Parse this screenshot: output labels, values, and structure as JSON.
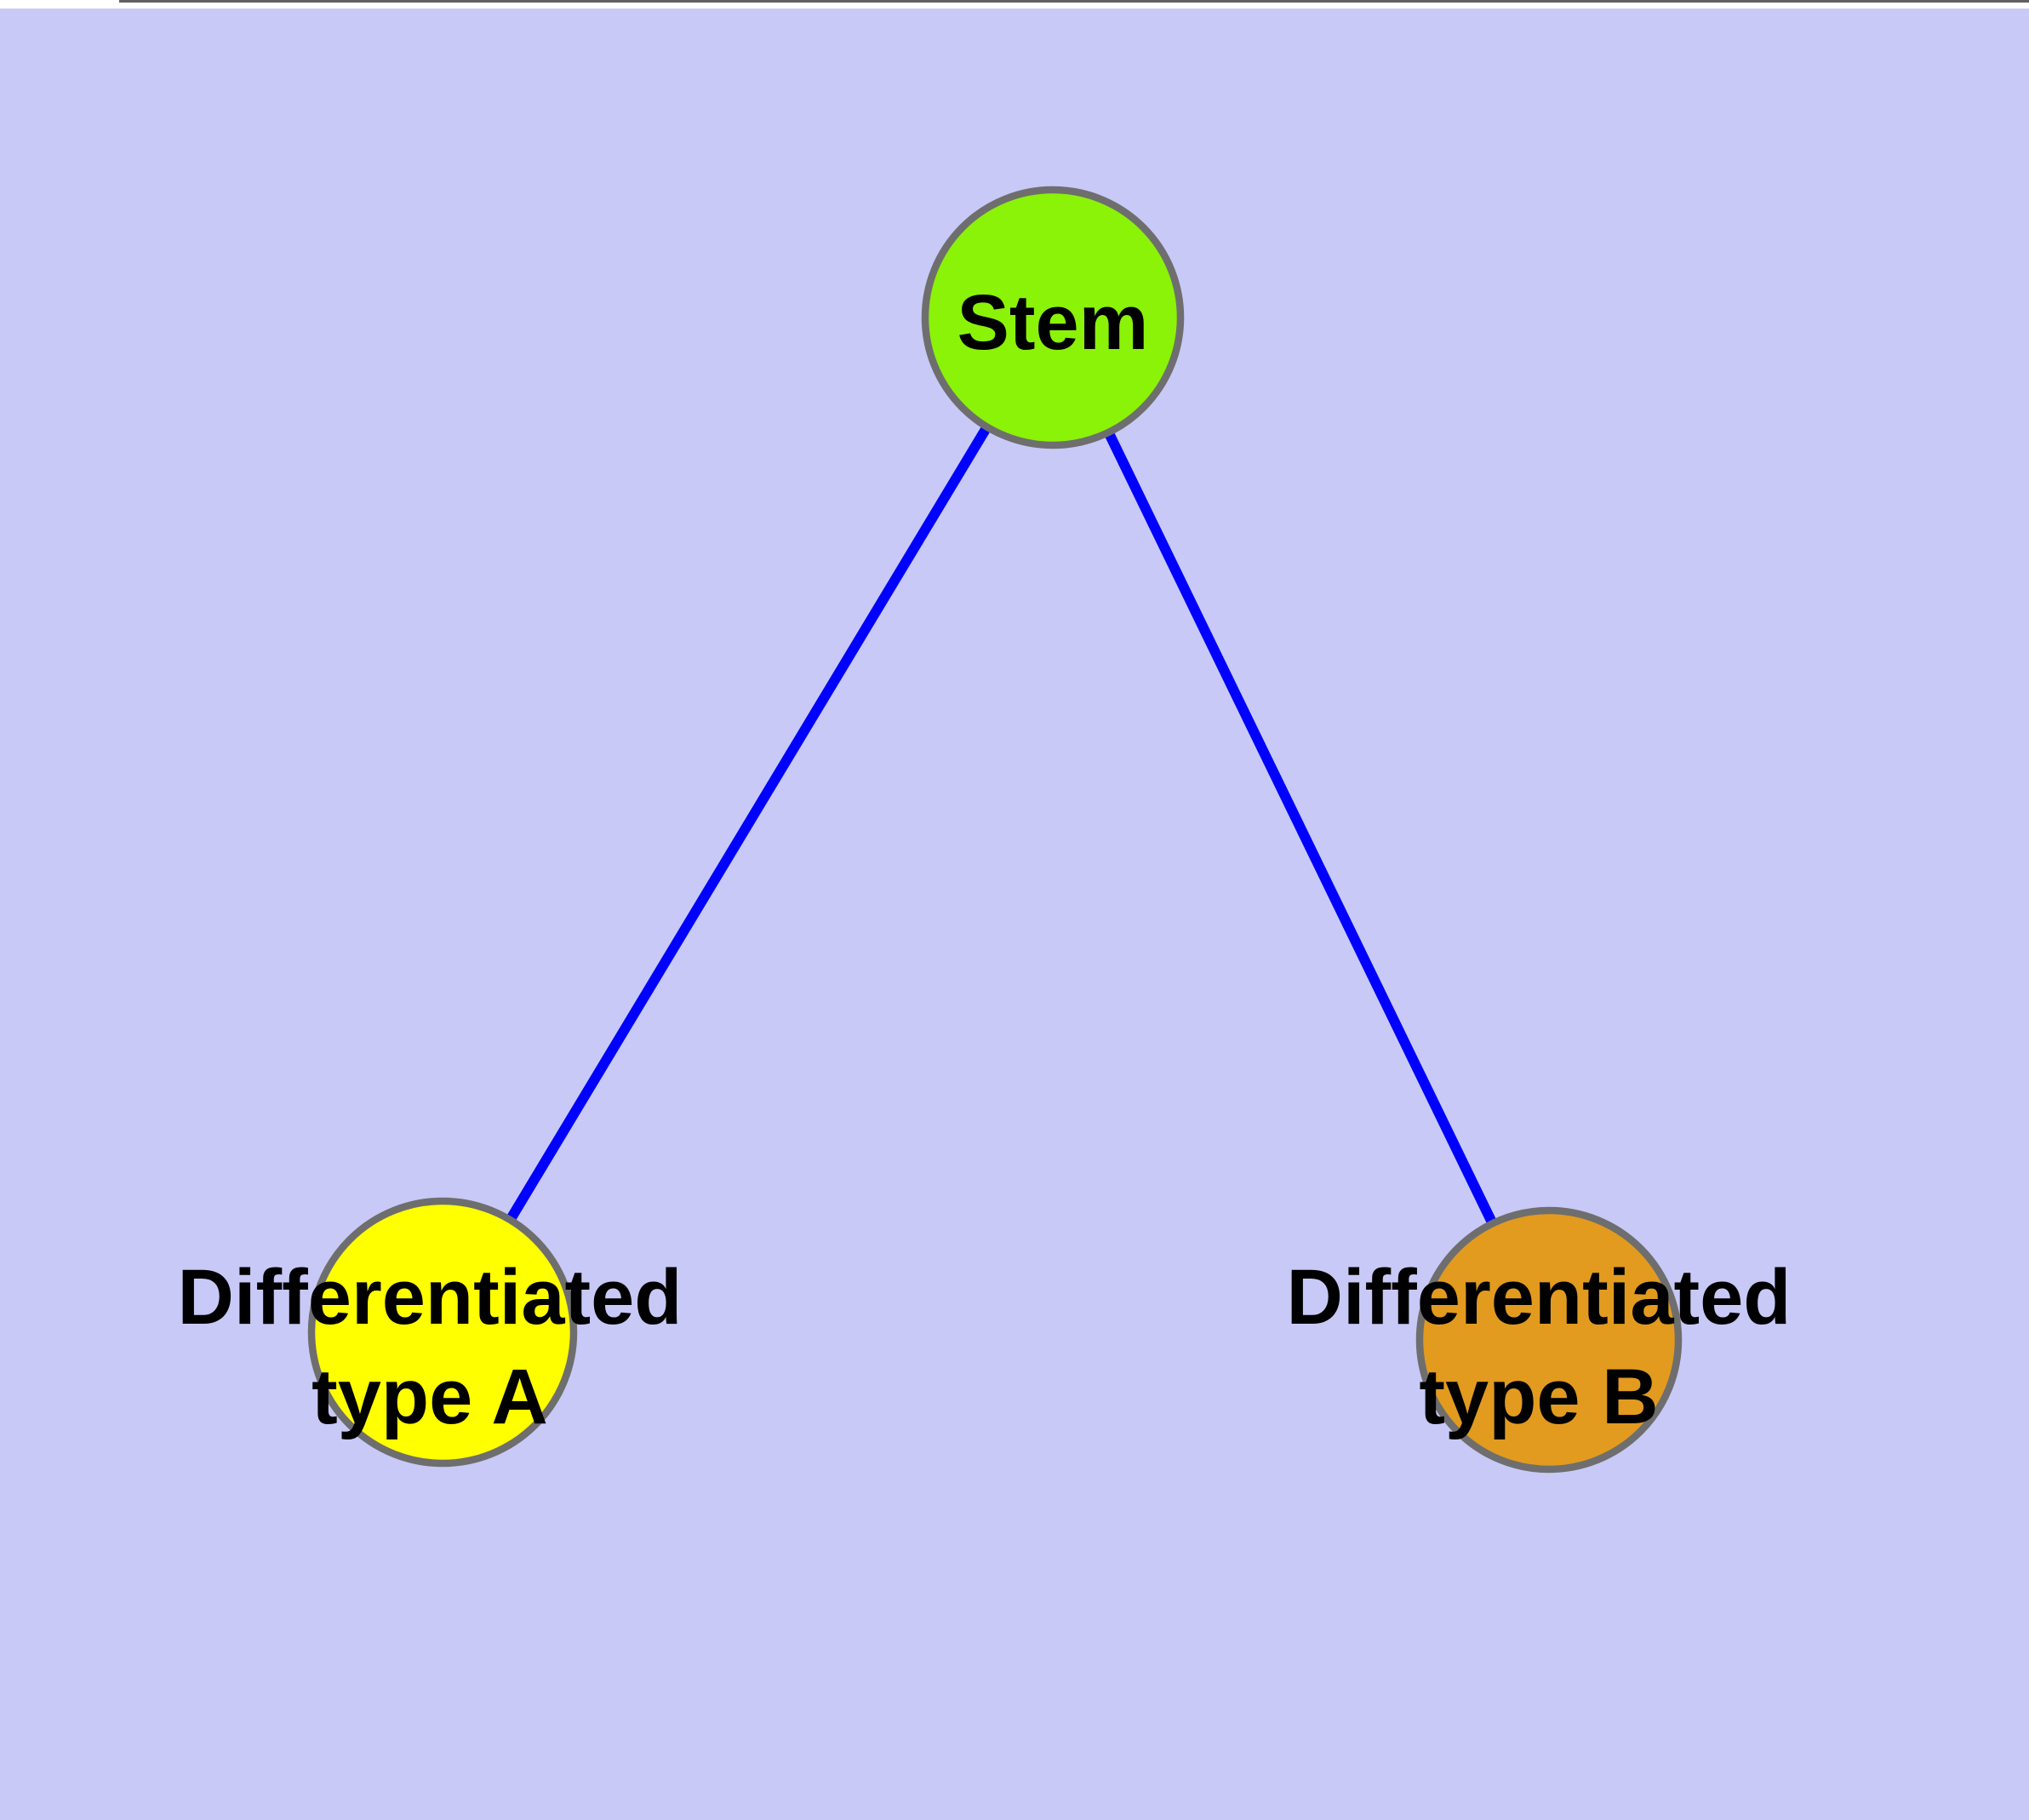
{
  "diagram": {
    "background_color": "#C9C9F7",
    "top_strip_color": "#FFFFFF",
    "top_edge_line_color": "#606060",
    "edge_color": "#0000FF",
    "node_border_color": "#6E6E6E",
    "nodes": {
      "stem": {
        "label": "Stem",
        "fill": "#8AF307"
      },
      "type_a": {
        "label_line1": "Differentiated",
        "label_line2": "type A",
        "fill": "#FFFF00"
      },
      "type_b": {
        "label_line1": "Differentiated",
        "label_line2": "type B",
        "fill": "#E29B1F"
      }
    },
    "edges": [
      {
        "from": "Stem",
        "to": "Differentiated type A"
      },
      {
        "from": "Stem",
        "to": "Differentiated type B"
      }
    ]
  }
}
